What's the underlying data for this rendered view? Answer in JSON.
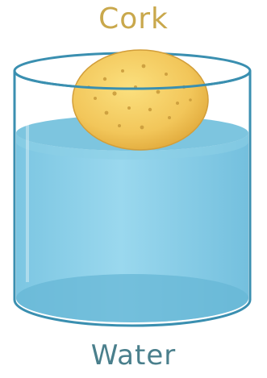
{
  "labels": {
    "top": "Cork",
    "bottom": "Water"
  },
  "colors": {
    "cork_label": "#c9a84c",
    "water_label": "#4a7f8c",
    "cork_fill": "#f0c75a",
    "cork_dots": "#c89a3a",
    "water": "#8ccfe6",
    "water_surface": "#6fbfdc",
    "glass_outline": "#3a8fb0"
  },
  "icons": {
    "object": "cork-ball",
    "container": "glass-beaker"
  }
}
